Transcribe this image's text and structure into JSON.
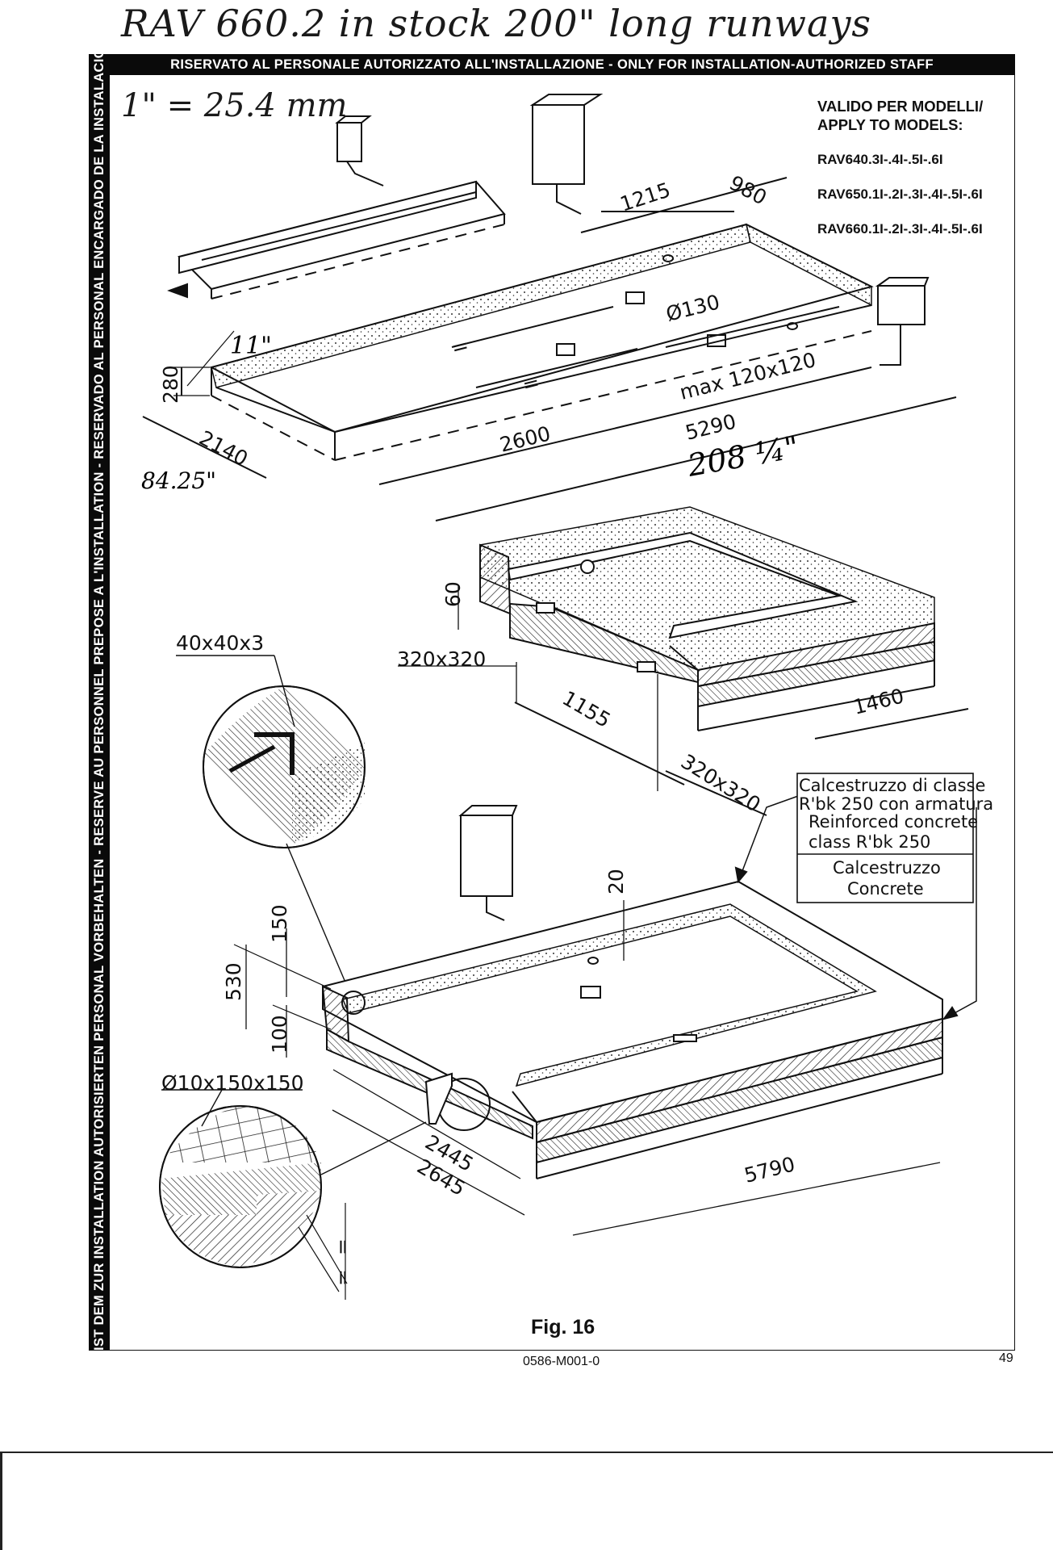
{
  "handwritten": {
    "title_note": "RAV 660.2  in stock  200\" long runways",
    "conversion": "1\" = 25.4 mm"
  },
  "header_banner": "RISERVATO AL PERSONALE AUTORIZZATO ALL'INSTALLAZIONE - ONLY FOR INSTALLATION-AUTHORIZED STAFF",
  "side_banner": "IST DEM ZUR INSTALLATION AUTORISIERTEN PERSONAL VORBEHALTEN - RESERVE AU PERSONNEL PREPOSE A L'INSTALLATION - RESERVADO AL PERSONAL ENCARGADO DE LA INSTALACION",
  "models": {
    "heading_1": "VALIDO PER MODELLI/",
    "heading_2": "APPLY TO MODELS:",
    "items": [
      "RAV640.3I-.4I-.5I-.6I",
      "RAV650.1I-.2I-.3I-.4I-.5I-.6I",
      "RAV660.1I-.2I-.3I-.4I-.5I-.6I"
    ]
  },
  "dimensions": {
    "d980": "980",
    "d1215": "1215",
    "d130": "Ø130",
    "max_box": "max 120x120",
    "d280": "280",
    "d11in": "11\"",
    "d2140": "2140",
    "d84in": "84.25\"",
    "d2600": "2600",
    "d5290": "5290",
    "d208in": "208 ¼\"",
    "eq": "=",
    "d60": "60",
    "d320a": "320x320",
    "d1155": "1155",
    "d1460": "1460",
    "d320b": "320x320",
    "angle": "40x40x3",
    "d20": "20",
    "d530": "530",
    "d150": "150",
    "d100": "100",
    "mesh": "Ø10x150x150",
    "d2445": "2445",
    "d2645": "2645",
    "d5790": "5790"
  },
  "legend": {
    "reinforced_1": "Calcestruzzo di classe",
    "reinforced_2": "R'bk 250 con armatura",
    "reinforced_3": "Reinforced concrete",
    "reinforced_4": "class R'bk 250",
    "plain_1": "Calcestruzzo",
    "plain_2": "Concrete"
  },
  "figure_label": "Fig. 16",
  "doc_code": "0586-M001-0",
  "page_number": "49"
}
